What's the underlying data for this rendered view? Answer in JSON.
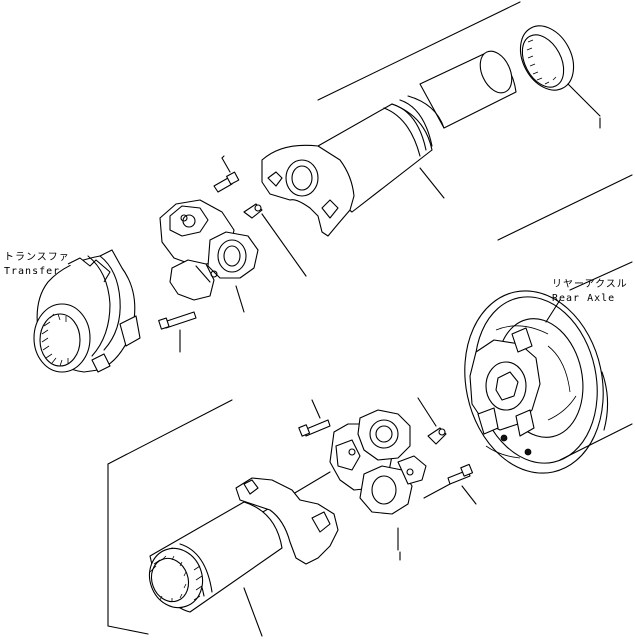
{
  "labels": {
    "transfer_jp": "トランスファ",
    "transfer_en": "Transfer",
    "rear_axle_jp": "リヤーアクスル",
    "rear_axle_en": "Rear Axle"
  }
}
